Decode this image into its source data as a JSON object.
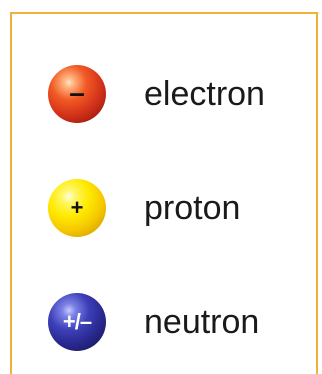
{
  "legend": {
    "items": [
      {
        "symbol": "–",
        "label": "electron",
        "color": "#d6341b"
      },
      {
        "symbol": "+",
        "label": "proton",
        "color": "#ffea00"
      },
      {
        "symbol": "+/–",
        "label": "neutron",
        "color": "#28288e"
      }
    ],
    "border_color": "#f0b03a"
  }
}
